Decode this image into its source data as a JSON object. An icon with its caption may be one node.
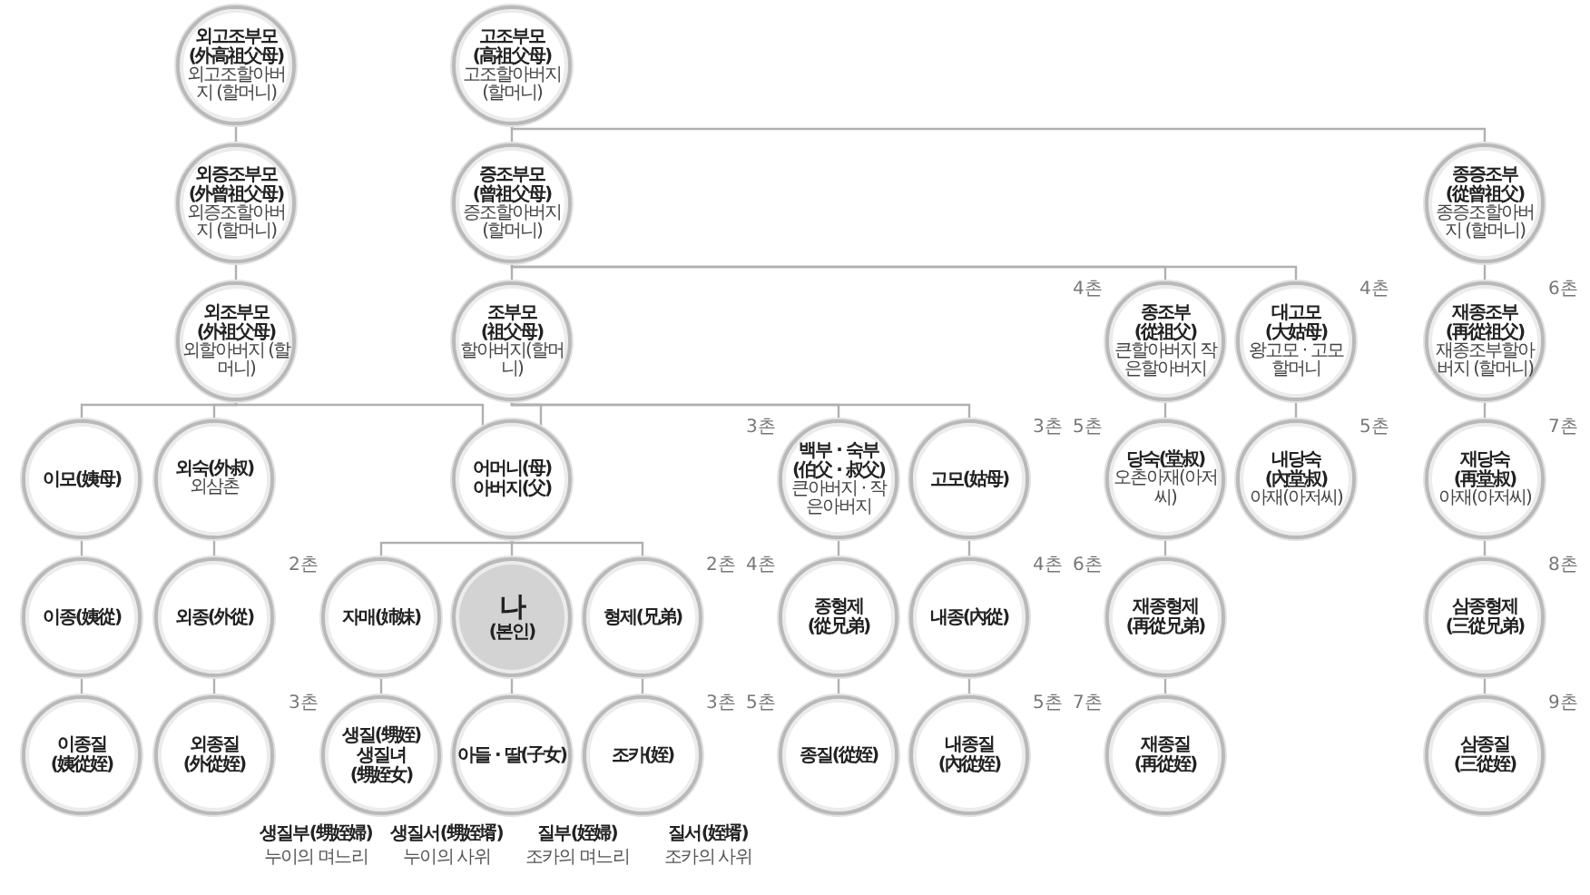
{
  "diagram": {
    "nodes": [
      {
        "text": [
          "외고조부모 (外高祖父母)",
          "외고조할아버지 (할머니)"
        ]
      },
      {
        "text": [
          "고조부모 (高祖父母)",
          "고조할아버지 (할머니)"
        ]
      },
      {
        "text": [
          "외증조부모 (外曾祖父母)",
          "외증조할아버지 (할머니)"
        ]
      },
      {
        "text": [
          "증조부모 (曾祖父母)",
          "증조할아버지 (할머니)"
        ]
      },
      {
        "text": [
          "종증조부 (從曾祖父)",
          "종증조할아버지 (할머니)"
        ]
      },
      {
        "text": [
          "외조부모 (外祖父母)",
          "외할아버지 (할머니)"
        ]
      },
      {
        "text": [
          "조부모 (祖父母)",
          "할아버지(할머니)"
        ]
      },
      {
        "text": [
          "종조부 (從祖父)",
          "큰할아버지 작은할아버지"
        ],
        "beside": [
          "4촌"
        ]
      },
      {
        "text": [
          "대고모 (大姑母)",
          "왕고모 · 고모할머니"
        ],
        "beside": [
          "4촌"
        ]
      },
      {
        "text": [
          "재종조부 (再從祖父)",
          "재종조부할아버지 (할머니)"
        ],
        "beside": [
          "6촌"
        ]
      },
      {
        "text": [
          "이모(姨母)"
        ]
      },
      {
        "text": [
          "외숙(外叔)",
          "외삼촌"
        ]
      },
      {
        "text": [
          "어머니(母) 아버지(父)"
        ]
      },
      {
        "text": [
          "백부 · 숙부 (伯父 · 叔父)",
          "큰아버지 · 작은아버지"
        ],
        "beside": [
          "3촌"
        ]
      },
      {
        "text": [
          "고모(姑母)"
        ],
        "beside": [
          "3촌"
        ]
      },
      {
        "text": [
          "당숙(堂叔)",
          "오촌아재(아저씨)"
        ],
        "beside": [
          "5촌"
        ]
      },
      {
        "text": [
          "내당숙 (內堂叔)",
          "아재(아저씨)"
        ],
        "beside": [
          "5촌"
        ]
      },
      {
        "text": [
          "재당숙 (再堂叔)",
          "아재(아저씨)"
        ],
        "beside": [
          "7촌"
        ]
      },
      {
        "text": [
          "이종(姨從)"
        ]
      },
      {
        "text": [
          "외종(外從)"
        ]
      },
      {
        "text": [
          "자매(姉妹)"
        ],
        "beside": [
          "2촌"
        ]
      },
      {
        "text": [
          "나",
          "(본인)"
        ]
      },
      {
        "text": [
          "형제(兄弟)"
        ],
        "beside": [
          "2촌"
        ]
      },
      {
        "text": [
          "종형제 (從兄弟)"
        ],
        "beside": [
          "4촌"
        ]
      },
      {
        "text": [
          "내종(內從)"
        ],
        "beside": [
          "4촌"
        ]
      },
      {
        "text": [
          "재종형제 (再從兄弟)"
        ],
        "beside": [
          "6촌"
        ]
      },
      {
        "text": [
          "삼종형제 (三從兄弟)"
        ],
        "beside": [
          "8촌"
        ]
      },
      {
        "text": [
          "이종질 (姨從姪)"
        ]
      },
      {
        "text": [
          "외종질 (外從姪)"
        ]
      },
      {
        "text": [
          "생질(甥姪)",
          "생질녀 (甥姪女)"
        ],
        "beside": [
          "3촌",
          "생질부(甥姪婦)",
          "누이의 며느리",
          "생질서(甥姪壻)",
          "누이의 사위"
        ]
      },
      {
        "text": [
          "아들 · 딸(子女)"
        ]
      },
      {
        "text": [
          "조카(姪)"
        ],
        "beside": [
          "3촌",
          "질부(姪婦)",
          "조카의 며느리",
          "질서(姪壻)",
          "조카의 사위"
        ]
      },
      {
        "text": [
          "종질(從姪)"
        ],
        "beside": [
          "5촌"
        ]
      },
      {
        "text": [
          "내종질 (內從姪)"
        ],
        "beside": [
          "5촌"
        ]
      },
      {
        "text": [
          "재종질 (再從姪)"
        ],
        "beside": [
          "7촌"
        ]
      },
      {
        "text": [
          "삼종질 (三從姪)"
        ],
        "beside": [
          "9촌"
        ]
      }
    ],
    "edges": [
      {
        "from": 0,
        "to": 2,
        "arrow": "none"
      },
      {
        "from": 2,
        "to": 5,
        "arrow": "none"
      },
      {
        "from": 1,
        "to": 3,
        "arrow": "none"
      },
      {
        "from": 1,
        "to": 4,
        "arrow": "none"
      },
      {
        "from": 3,
        "to": 6,
        "arrow": "none"
      },
      {
        "from": 3,
        "to": 7,
        "arrow": "none"
      },
      {
        "from": 3,
        "to": 8,
        "arrow": "none"
      },
      {
        "from": 4,
        "to": 9,
        "arrow": "none"
      },
      {
        "from": 5,
        "to": 10,
        "arrow": "none"
      },
      {
        "from": 5,
        "to": 11,
        "arrow": "none"
      },
      {
        "from": 5,
        "to": 12,
        "arrow": "none"
      },
      {
        "from": 6,
        "to": 12,
        "arrow": "none"
      },
      {
        "from": 6,
        "to": 13,
        "arrow": "none"
      },
      {
        "from": 6,
        "to": 14,
        "arrow": "none"
      },
      {
        "from": 7,
        "to": 15,
        "arrow": "none"
      },
      {
        "from": 8,
        "to": 16,
        "arrow": "none"
      },
      {
        "from": 9,
        "to": 17,
        "arrow": "none"
      },
      {
        "from": 10,
        "to": 18,
        "arrow": "none"
      },
      {
        "from": 11,
        "to": 19,
        "arrow": "none"
      },
      {
        "from": 12,
        "to": 20,
        "arrow": "none"
      },
      {
        "from": 12,
        "to": 21,
        "arrow": "none"
      },
      {
        "from": 12,
        "to": 22,
        "arrow": "none"
      },
      {
        "from": 13,
        "to": 23,
        "arrow": "none"
      },
      {
        "from": 14,
        "to": 24,
        "arrow": "none"
      },
      {
        "from": 15,
        "to": 25,
        "arrow": "none"
      },
      {
        "from": 17,
        "to": 26,
        "arrow": "none"
      },
      {
        "from": 18,
        "to": 27,
        "arrow": "none"
      },
      {
        "from": 19,
        "to": 28,
        "arrow": "none"
      },
      {
        "from": 20,
        "to": 29,
        "arrow": "none"
      },
      {
        "from": 21,
        "to": 30,
        "arrow": "none"
      },
      {
        "from": 22,
        "to": 31,
        "arrow": "none"
      },
      {
        "from": 23,
        "to": 32,
        "arrow": "none"
      },
      {
        "from": 24,
        "to": 33,
        "arrow": "none"
      },
      {
        "from": 25,
        "to": 34,
        "arrow": "none"
      },
      {
        "from": 26,
        "to": 35,
        "arrow": "none"
      }
    ]
  }
}
